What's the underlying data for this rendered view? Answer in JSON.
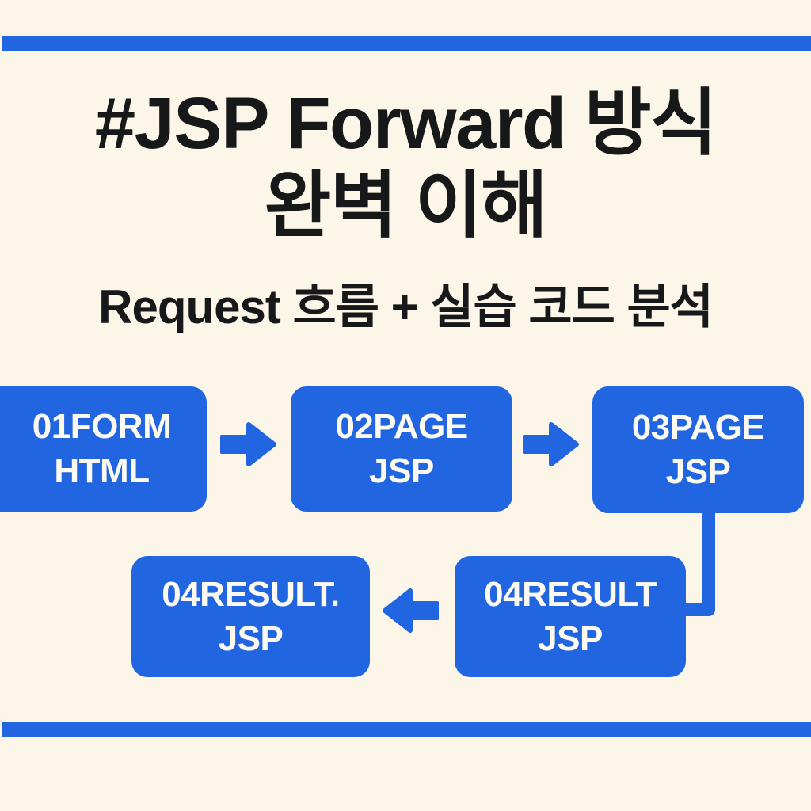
{
  "theme": {
    "background_color": "#fcf6e8",
    "accent_color": "#2265e0",
    "text_color": "#17181a",
    "node_text_color": "#fdfaf1"
  },
  "header": {
    "title_line1": "#JSP Forward 방식",
    "title_line2": "완벽 이해",
    "subtitle": "Request 흐름 + 실습 코드 분석"
  },
  "diagram": {
    "type": "flow",
    "nodes": [
      {
        "id": "n1",
        "line1": "01FORM",
        "line2": "HTML"
      },
      {
        "id": "n2",
        "line1": "02PAGE",
        "line2": "JSP"
      },
      {
        "id": "n3",
        "line1": "03PAGE",
        "line2": "JSP"
      },
      {
        "id": "n4",
        "line1": "04RESULT.",
        "line2": "JSP"
      },
      {
        "id": "n5",
        "line1": "04RESULT",
        "line2": "JSP"
      }
    ],
    "arrows": [
      {
        "id": "a1",
        "from": "n1",
        "to": "n2",
        "direction": "right"
      },
      {
        "id": "a2",
        "from": "n2",
        "to": "n3",
        "direction": "right"
      },
      {
        "id": "a3",
        "from": "n5",
        "to": "n4",
        "direction": "left"
      },
      {
        "id": "a4",
        "from": "n3",
        "to": "n5",
        "direction": "elbow-down-left"
      }
    ]
  },
  "decor": {
    "top_rule": "horizontal-rule",
    "bottom_rule": "horizontal-rule"
  }
}
